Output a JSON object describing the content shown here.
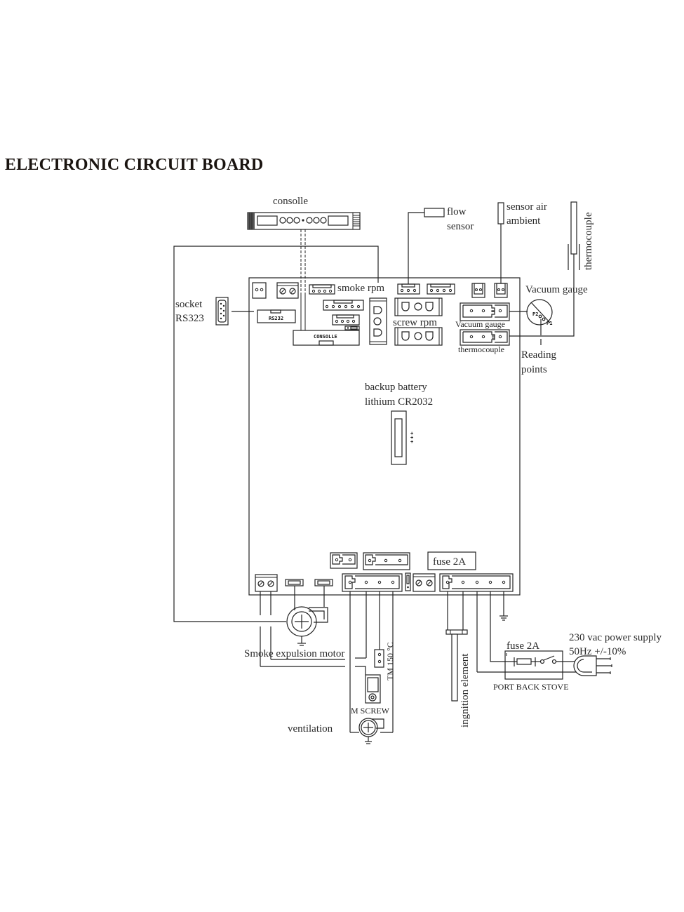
{
  "title": "ELECTRONIC CIRCUIT BOARD",
  "labels": {
    "consolle": "consolle",
    "flow_sensor_1": "flow",
    "flow_sensor_2": "sensor",
    "sensor_air_1": "sensor air",
    "sensor_air_2": "ambient",
    "thermocouple_vertical": "thermocouple",
    "socket_1": "socket",
    "socket_2": "RS323",
    "rs232_chip": "RS232",
    "consolle_chip": "CONSOLLE",
    "smoke_rpm": "smoke rpm",
    "screw_rpm": "screw rpm",
    "vacuum_gauge_title": "Vacuum gauge",
    "vacuum_gauge_conn": "Vacuum gauge",
    "thermocouple_conn": "thermocouple",
    "gauge_p1": "P1",
    "gauge_p2": "P2",
    "reading_1": "Reading",
    "reading_2": "points",
    "battery_1": "backup battery",
    "battery_2": "lithium CR2032",
    "fuse_board": "fuse 2A",
    "smoke_motor": "Smoke expulsion motor",
    "tm": "TM 150 °C",
    "m_screw": "M SCREW",
    "ventilation": "ventilation",
    "ignition": "ingnition element",
    "fuse_ext": "fuse 2A",
    "port_back": "PORT BACK STOVE",
    "power_1": "230 vac power supply",
    "power_2": "50Hz +/-10%"
  }
}
